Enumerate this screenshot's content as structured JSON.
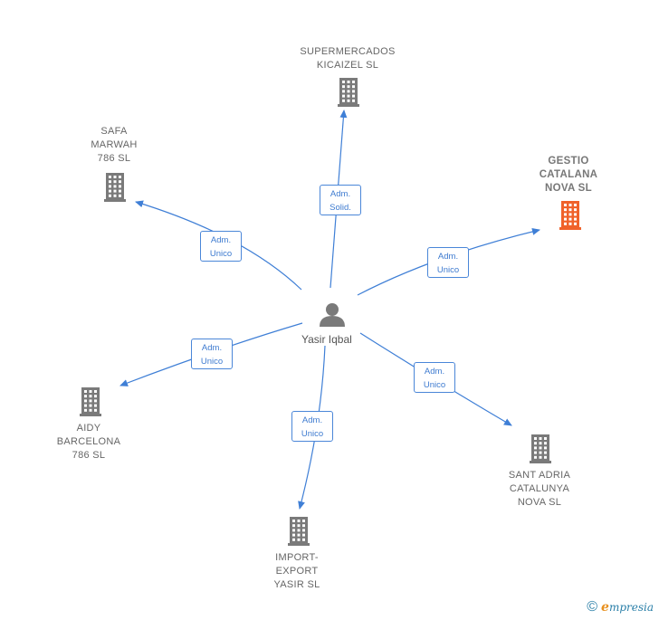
{
  "center": {
    "label": "Yasir Iqbal",
    "icon": "person-icon"
  },
  "companies": [
    {
      "id": "supermercados",
      "label": "SUPERMERCADOS\nKICAIZEL  SL",
      "highlight": false,
      "icon": "building-icon"
    },
    {
      "id": "gestio",
      "label": "GESTIO\nCATALANA\nNOVA  SL",
      "highlight": true,
      "icon": "building-icon"
    },
    {
      "id": "safa",
      "label": "SAFA\nMARWAH\n786  SL",
      "highlight": false,
      "icon": "building-icon"
    },
    {
      "id": "aidy",
      "label": "AIDY\nBARCELONA\n786  SL",
      "highlight": false,
      "icon": "building-icon"
    },
    {
      "id": "import",
      "label": "IMPORT-\nEXPORT\nYASIR  SL",
      "highlight": false,
      "icon": "building-icon"
    },
    {
      "id": "sant",
      "label": "SANT ADRIA\nCATALUNYA\nNOVA  SL",
      "highlight": false,
      "icon": "building-icon"
    }
  ],
  "edges": [
    {
      "to": "supermercados",
      "label": "Adm.\nSolid."
    },
    {
      "to": "gestio",
      "label": "Adm.\nUnico"
    },
    {
      "to": "safa",
      "label": "Adm.\nUnico"
    },
    {
      "to": "aidy",
      "label": "Adm.\nUnico"
    },
    {
      "to": "import",
      "label": "Adm.\nUnico"
    },
    {
      "to": "sant",
      "label": "Adm.\nUnico"
    }
  ],
  "colors": {
    "edge": "#3f7fd6",
    "building": "#7a7a7a",
    "building_highlight": "#f0622a",
    "person": "#7a7a7a"
  },
  "footer": {
    "copyright_symbol": "©",
    "brand_first_letter": "e",
    "brand_rest": "mpresia"
  }
}
